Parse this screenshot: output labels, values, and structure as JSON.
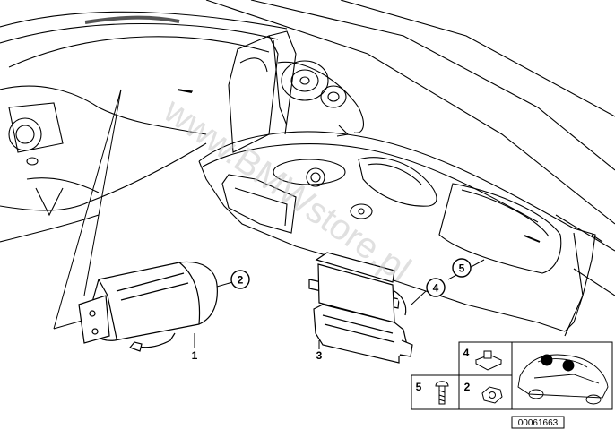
{
  "diagram": {
    "labels": {
      "p1": "1",
      "p2": "2",
      "p3": "3",
      "p4": "4",
      "p5": "5"
    },
    "inset": {
      "fastener_nut_label": "4",
      "bolt_label": "5",
      "hex_nut_label": "2"
    },
    "watermark": "www.BMWstore.pl",
    "part_code": "00061663"
  }
}
